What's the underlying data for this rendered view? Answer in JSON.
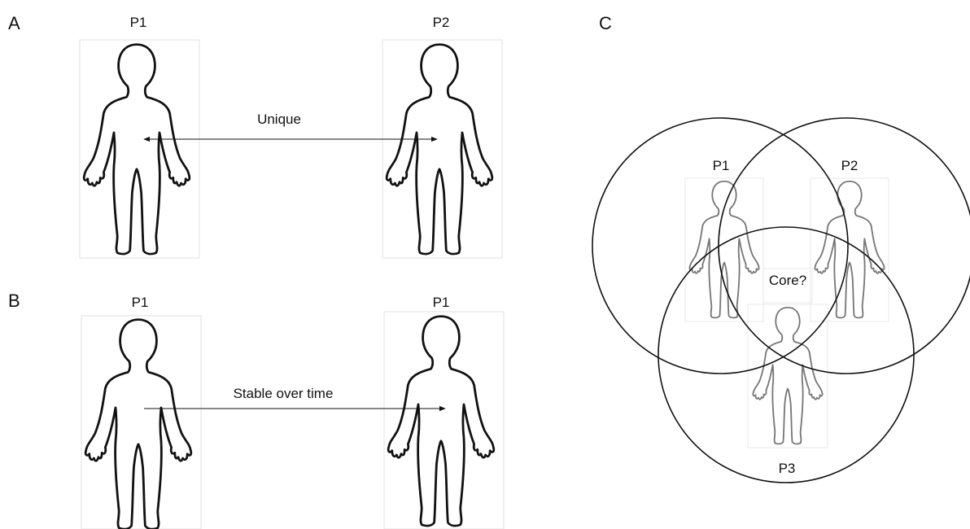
{
  "panels": {
    "a": {
      "letter": "A",
      "left_label": "P1",
      "right_label": "P2",
      "arrow_label": "Unique"
    },
    "b": {
      "letter": "B",
      "left_label": "P1",
      "right_label": "P1",
      "arrow_label": "Stable over time"
    },
    "c": {
      "letter": "C",
      "circles": [
        {
          "label": "P1"
        },
        {
          "label": "P2"
        },
        {
          "label": "P3"
        }
      ],
      "center_label": "Core?"
    }
  }
}
